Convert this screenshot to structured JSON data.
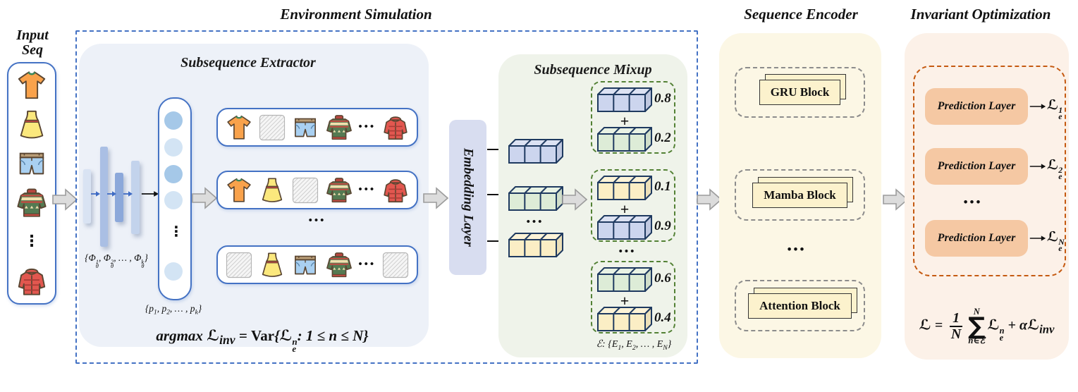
{
  "titles": {
    "environment": "Environment Simulation",
    "encoder": "Sequence Encoder",
    "invariant": "Invariant Optimization"
  },
  "colors": {
    "accent_blue": "#4472c4",
    "mixup_dashed_green": "#538135",
    "encoder_dashed_gray": "#8c8c8c",
    "invariant_dashed_orange": "#c55a11",
    "cube_blue": "#ccd5ee",
    "cube_green": "#ddecd7",
    "cube_yellow": "#fbeec5"
  },
  "ellipsis_h": "•••",
  "ellipsis_v": "⋮",
  "input_seq": {
    "label_line1": "Input",
    "label_line2": "Seq",
    "items": [
      "tshirt",
      "dress",
      "shorts",
      "sweater",
      "vdots",
      "jacket"
    ]
  },
  "extractor": {
    "title": "Subsequence Extractor",
    "phi_label_html": "{Φ<span class='ss'><sup>1</sup><sub>θ</sub></span>, Φ<span class='ss'><sup>2</sup><sub>θ</sub></span>, … , Φ<span class='ss'><sup>k</sup><sub>θ</sub></span>}",
    "p_label_html": "{p<sub>1</sub>, p<sub>2</sub>, … , p<sub>k</sub>}",
    "objective_html": "argmax <span class='scr'>ℒ</span><sub>inv</sub> = <span class='up'>Var</span>{<span class='scr'>ℒ</span><span class='ss'><sup>n</sup><sub>e</sub></span>: 1 ≤ n ≤ N}",
    "rows": [
      {
        "items": [
          "tshirt",
          "hatch",
          "shorts",
          "sweater",
          "dots",
          "jacket"
        ]
      },
      {
        "items": [
          "tshirt",
          "dress",
          "hatch",
          "sweater",
          "dots",
          "jacket"
        ]
      },
      {
        "items": [
          "hatch",
          "dress",
          "shorts",
          "sweater",
          "dots",
          "hatch"
        ]
      }
    ]
  },
  "embedding": {
    "label": "Embedding Layer"
  },
  "mixup": {
    "title": "Subsequence Mixup",
    "inputs": [
      {
        "color": "#ccd5ee"
      },
      {
        "color": "#ddecd7"
      },
      {
        "color": "#fbeec5"
      }
    ],
    "groups": [
      {
        "top_color": "#ccd5ee",
        "top_weight": "0.8",
        "plus": "+",
        "bottom_color": "#ddecd7",
        "bottom_weight": "0.2"
      },
      {
        "top_color": "#fbeec5",
        "top_weight": "0.1",
        "plus": "+",
        "bottom_color": "#ccd5ee",
        "bottom_weight": "0.9"
      },
      {
        "top_color": "#ddecd7",
        "top_weight": "0.6",
        "plus": "+",
        "bottom_color": "#fbeec5",
        "bottom_weight": "0.4"
      }
    ],
    "env_set_html": "ℰ: {E<sub>1</sub>, E<sub>2</sub>, … , E<sub>N</sub>}"
  },
  "encoder": {
    "blocks": [
      "GRU Block",
      "Mamba Block",
      "Attention Block"
    ]
  },
  "invariant": {
    "prediction_label": "Prediction Layer",
    "losses_html": [
      "<span class='scr'>ℒ</span><span class='ss'><sup>1</sup><sub>e</sub></span>",
      "<span class='scr'>ℒ</span><span class='ss'><sup>2</sup><sub>e</sub></span>",
      "<span class='scr'>ℒ</span><span class='ss'><sup>N</sup><sub>e</sub></span>"
    ],
    "loss_html": "<span class='scr'>ℒ</span> = <span class='frac'><span>1</span><span>N</span></span><span class='bigop'><span class='lim'>N</span><span class='sig'>∑</span><span class='lim'>n∈ℰ</span></span><span class='scr'>ℒ</span><span class='ss'><sup>n</sup><sub>e</sub></span> + α<span class='scr'>ℒ</span><sub>inv</sub>"
  }
}
